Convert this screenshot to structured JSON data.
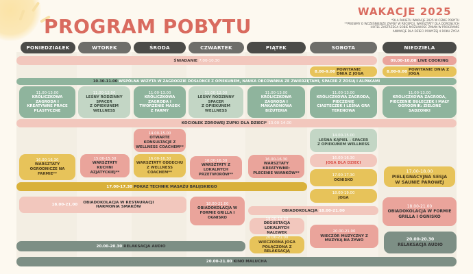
{
  "header": {
    "title": "PROGRAM POBYTU",
    "season": "WAKACJE 2025",
    "notes": [
      "*DLA PAKIETU WAKACJE 2025 W CENIE POBYTU",
      "**PROSIMY O WCZEŚNIEJSZE ZAPISY W RECEPCJI, WARSZTATY DLA DOROSŁYCH",
      "HOTEL ZASTRZEGA SOBIE MOŻLIWOŚĆ ZMIAN W PROGRAMIE",
      "ANIMACJE DLA DZIECI POWYŻEJ 4 ROKU ŻYCIA"
    ]
  },
  "days": [
    "PONIEDZIAŁEK",
    "WTOREK",
    "ŚRODA",
    "CZWARTEK",
    "PIĄTEK",
    "SOBOTA",
    "NIEDZIELA"
  ],
  "colors": {
    "accent": "#d96b5f",
    "header": "#4b4b48",
    "green": "#8fb49d",
    "pink": "#eaa49b",
    "yellow": "#e7c35a",
    "gray": "#7d8f85"
  },
  "rows": {
    "live_cooking": {
      "time": "09.00-10.00",
      "label": "LIVE COOKING"
    },
    "breakfast": {
      "label": "ŚNIADANIE",
      "time": "7.00-10.30"
    },
    "sat_yoga": {
      "time": "8.00-9.00",
      "label": "POWITANIE DNIA Z JOGĄ"
    },
    "sun_yoga": {
      "time": "8.00-9.00",
      "label": "POWITANIE DNIA Z JOGĄ"
    },
    "farm": {
      "time": "10.30-11.00",
      "label": "WSPÓLNA WIZYTA W ZAGRODZIE DOSŁONCE Z OPIEKUNEM, NAUKA OBCOWANIA ZE ZWIERZĘTAMI, SPACER Z ZOSIĄ I ALPAKAMI"
    },
    "morning": [
      {
        "time": "11.00-13.00",
        "l1": "KRÓLICZKOWA",
        "l2": "ZAGRODA I",
        "l3": "KREATYWNE PRACE",
        "l4": "PLASTYCZNE"
      },
      {
        "time": "11.00-12.00",
        "l1": "LEŚNY RODZINNY",
        "l2": "SPACER",
        "l3": "Z OPIEKUNEM",
        "l4": "WELLNESS"
      },
      {
        "time": "11.00-13.00",
        "l1": "KRÓLICZKOWA",
        "l2": "ZAGRODA I",
        "l3": "TWORZENIE MASEK",
        "l4": "Z FARMY"
      },
      {
        "time": "11.00-12.00",
        "l1": "LEŚNY RODZINNY",
        "l2": "SPACER",
        "l3": "Z OPIEKUNEM",
        "l4": "WELLNESS"
      },
      {
        "time": "11.00-13.00",
        "l1": "KRÓLICZKOWA",
        "l2": "ZAGRODA I",
        "l3": "MAKARONOWA",
        "l4": "BIŻUTERIA"
      },
      {
        "time": "11.00-13.00",
        "l1": "KRÓLICZKOWA ZAGRODA, PIECZENIE",
        "l2": "CIASTECZEK I LEŚNA GRA",
        "l3": "TERENOWA",
        "l4": ""
      },
      {
        "time": "11.00-13.00",
        "l1": "KRÓLICZKOWA ZAGRODA,",
        "l2": "PIECZENIE BUŁECZEK  I MAŁY",
        "l3": "OGRODNIK: ZIELONE",
        "l4": "SADZONKI"
      }
    ],
    "soup": {
      "label": "KOCIOŁEK ZDROWEJ ZUPKI DLA DZIECI*",
      "time": "13.00-14.00"
    },
    "wed_consult": {
      "time": "14.00-15.00",
      "l1": "OTWARTE",
      "l2": "KONSULTACJE Z",
      "l3": "WELLNESS COACHEM**"
    },
    "sat_bath": {
      "time": "14.00-15.00",
      "l1": "LEŚNA KĄPIEL - SPACER",
      "l2": "Z OPIEKUNEM WELLNESS"
    },
    "afternoon": [
      {
        "time": "16.00-16.30",
        "l1": "WARSZTATY",
        "l2": "OGRODNICZE NA",
        "l3": "FARMIE**"
      },
      {
        "time": "15.00-15.30",
        "l1": "WARSZTATY",
        "l2": "KUCHNI",
        "l3": "AZJATYCKIEJ**"
      },
      {
        "time": "16.00-16.30",
        "l1": "WARSZTATY ODDECHU",
        "l2": "Z WELLNESS",
        "l3": "COACHEM**"
      },
      {
        "time": "16.00-16.30",
        "l1": "WARSZTATY Z",
        "l2": "LOKALNYCH",
        "l3": "PRZETWORÓW**"
      },
      {
        "time": "16.00-16.30",
        "l1": "WARSZTATY",
        "l2": "KREATYWNE:",
        "l3": "PLECENIE WIANKÓW**"
      }
    ],
    "sat_kids_yoga": {
      "time": "16.00-16.30",
      "label": "JOGA DLA DZIECI"
    },
    "sat_garden": {
      "time": "17.00-17.30",
      "label": "OGNISKO"
    },
    "sat_yoga2": {
      "time": "18.00-19.00",
      "label": "JOGA"
    },
    "sun_sauna": {
      "time": "17.00-18.00",
      "l1": "PIELĘGNACYJNA SESJA",
      "l2": "W SAUNIE PAROWEJ"
    },
    "massage": {
      "time": "17.00-17.30",
      "label": "POKAZ TECHNIK MASAŻU BALIJSKIEGO"
    },
    "mon_dinner": {
      "time": "18.00-21.00",
      "l1": "OBIADOKOLACJA W RESTAURACJI",
      "l2": "HARMONIA SMAKÓW"
    },
    "thu_dinner": {
      "time": "18.00-21.00",
      "l1": "OBIADOKOLACJA W",
      "l2": "FORMIE GRILLA I",
      "l3": "OGNISKO"
    },
    "fri_sat_dinner": {
      "label": "OBIADOKOLACJA",
      "time": "18.00-21.00"
    },
    "fri_tasting": {
      "time": "19.00-19.30",
      "l1": "DEGUSTACJA LOKALNYCH",
      "l2": "NALEWEK"
    },
    "fri_eve_yoga": {
      "time": "20.00-21.00",
      "l1": "WIECZORNA JOGA",
      "l2": "POŁĄCZONA Z RELAKSACJĄ"
    },
    "sat_music": {
      "time": "20.00-21.00",
      "l1": "WIECZÓR MUZYCZNY Z",
      "l2": "MUZYKĄ NA ŻYWO"
    },
    "sun_dinner": {
      "time": "18.00-21.00",
      "l1": "OBIADOKOLACJA W FORMIE",
      "l2": "GRILLA I OGNISKO"
    },
    "relax": {
      "time": "20.00-20.30",
      "label": "RELAKSACJA AUDIO"
    },
    "sun_relax": {
      "time": "20.00-20.30",
      "label": "RELAKSACJA AUDIO"
    },
    "cinema": {
      "time": "20.00-21.00",
      "label": "KINO MALUCHA"
    }
  }
}
